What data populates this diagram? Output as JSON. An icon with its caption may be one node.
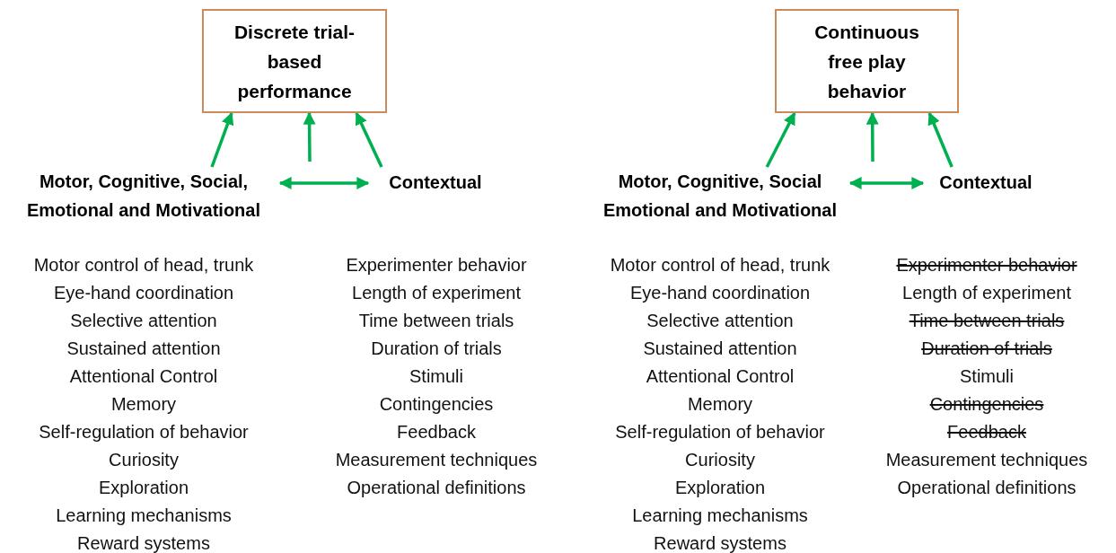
{
  "diagram": {
    "nodes": [
      {
        "text": [
          "Discrete trial-based performance"
        ]
      },
      {
        "text": [
          "Motor, Cognitive, Social, Emotional and Motivational"
        ]
      },
      {
        "text": [
          "Contextual"
        ]
      },
      {
        "text": [
          "Continuous free play behavior"
        ]
      },
      {
        "text": [
          "Motor, Cognitive, Social Emotional and Motivational"
        ]
      },
      {
        "text": [
          "Contextual"
        ]
      }
    ],
    "edges": [
      {
        "from": 1,
        "to": 0,
        "arrow": "to"
      },
      {
        "from": null,
        "to": 0,
        "arrow": "to"
      },
      {
        "from": 2,
        "to": 0,
        "arrow": "to"
      },
      {
        "from": 1,
        "to": 2,
        "arrow": "both"
      },
      {
        "from": 4,
        "to": 3,
        "arrow": "to"
      },
      {
        "from": null,
        "to": 3,
        "arrow": "to"
      },
      {
        "from": 5,
        "to": 3,
        "arrow": "to"
      },
      {
        "from": 4,
        "to": 5,
        "arrow": "both"
      }
    ],
    "labels": [
      "Motor control of head, trunk",
      "Eye-hand coordination",
      "Selective attention",
      "Sustained attention",
      "Attentional Control",
      "Memory",
      "Self-regulation of behavior",
      "Curiosity",
      "Exploration",
      "Learning mechanisms",
      "Reward systems",
      "Experimenter behavior",
      "Length of experiment",
      "Time between trials",
      "Duration of trials",
      "Stimuli",
      "Contingencies",
      "Feedback",
      "Measurement techniques",
      "Operational definitions",
      "Motor control of head, trunk",
      "Eye-hand coordination",
      "Selective attention",
      "Sustained attention",
      "Attentional Control",
      "Memory",
      "Self-regulation of behavior",
      "Curiosity",
      "Exploration",
      "Learning mechanisms",
      "Reward systems",
      "Experimenter behavior",
      "Length of experiment",
      "Time between trials",
      "Duration of trials",
      "Stimuli",
      "Contingencies",
      "Feedback",
      "Measurement techniques",
      "Operational definitions"
    ]
  }
}
